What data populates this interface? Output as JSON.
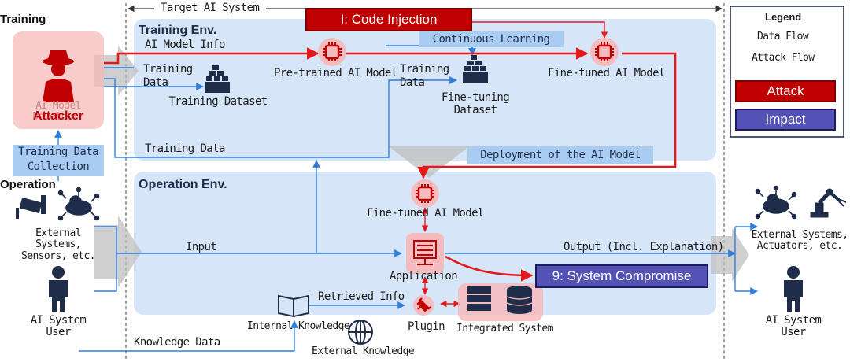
{
  "sections": {
    "training": "Training",
    "operation": "Operation",
    "target_system": "Target AI System",
    "training_env": "Training Env.",
    "operation_env": "Operation Env."
  },
  "legend": {
    "title": "Legend",
    "data_flow": "Data Flow",
    "attack_flow": "Attack Flow",
    "attack": "Attack",
    "impact": "Impact"
  },
  "attacks": {
    "code_injection": "I: Code Injection"
  },
  "impacts": {
    "system_compromise": "9: System Compromise"
  },
  "nodes": {
    "attacker": "Attacker",
    "ai_model_developer": "AI Model Developer",
    "training_data_collection": "Training Data Collection",
    "ai_model_info": "AI Model Info",
    "training_data_1": "Training Data",
    "training_dataset": "Training Dataset",
    "pretrained_model": "Pre-trained AI Model",
    "continuous_learning": "Continuous Learning",
    "training_data_2": "Training Data",
    "finetuning_dataset": "Fine-tuning Dataset",
    "finetuned_model_train": "Fine-tuned AI Model",
    "training_data_3": "Training Data",
    "deployment": "Deployment of the AI Model",
    "finetuned_model_op": "Fine-tuned AI Model",
    "external_systems_in": "External Systems, Sensors, etc.",
    "ai_system_user_in": "AI System User",
    "input": "Input",
    "application": "Application",
    "output": "Output (Incl. Explanation)",
    "retrieved_info": "Retrieved Info",
    "internal_knowledge": "Internal Knowledge",
    "external_knowledge": "External Knowledge",
    "plugin": "Plugin",
    "integrated_system": "Integrated System",
    "knowledge_data": "Knowledge Data",
    "external_systems_out": "External Systems, Actuators, etc.",
    "ai_system_user_out": "AI System User"
  },
  "colors": {
    "data_flow": "#2f7fe0",
    "attack_flow": "#e41a1a",
    "attack": "#c00000",
    "impact": "#5552b5",
    "env_bg": "#d6e6f8",
    "label_bg": "#a9cdf2"
  }
}
